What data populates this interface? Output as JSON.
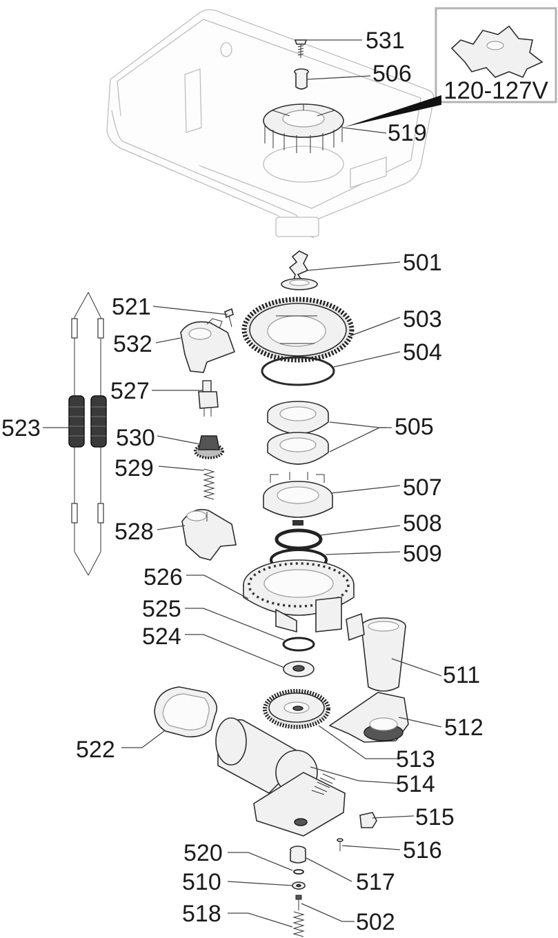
{
  "diagram": {
    "inset": {
      "label": "120-127V"
    },
    "callouts": [
      {
        "id": "531",
        "text": "531"
      },
      {
        "id": "506",
        "text": "506"
      },
      {
        "id": "519",
        "text": "519"
      },
      {
        "id": "501",
        "text": "501"
      },
      {
        "id": "521",
        "text": "521"
      },
      {
        "id": "503",
        "text": "503"
      },
      {
        "id": "532",
        "text": "532"
      },
      {
        "id": "504",
        "text": "504"
      },
      {
        "id": "527",
        "text": "527"
      },
      {
        "id": "523",
        "text": "523"
      },
      {
        "id": "505",
        "text": "505"
      },
      {
        "id": "530",
        "text": "530"
      },
      {
        "id": "529",
        "text": "529"
      },
      {
        "id": "507",
        "text": "507"
      },
      {
        "id": "508",
        "text": "508"
      },
      {
        "id": "528",
        "text": "528"
      },
      {
        "id": "509",
        "text": "509"
      },
      {
        "id": "526",
        "text": "526"
      },
      {
        "id": "525",
        "text": "525"
      },
      {
        "id": "524",
        "text": "524"
      },
      {
        "id": "511",
        "text": "511"
      },
      {
        "id": "512",
        "text": "512"
      },
      {
        "id": "522",
        "text": "522"
      },
      {
        "id": "513",
        "text": "513"
      },
      {
        "id": "514",
        "text": "514"
      },
      {
        "id": "515",
        "text": "515"
      },
      {
        "id": "516",
        "text": "516"
      },
      {
        "id": "520",
        "text": "520"
      },
      {
        "id": "517",
        "text": "517"
      },
      {
        "id": "510",
        "text": "510"
      },
      {
        "id": "518",
        "text": "518"
      },
      {
        "id": "502",
        "text": "502"
      }
    ]
  }
}
